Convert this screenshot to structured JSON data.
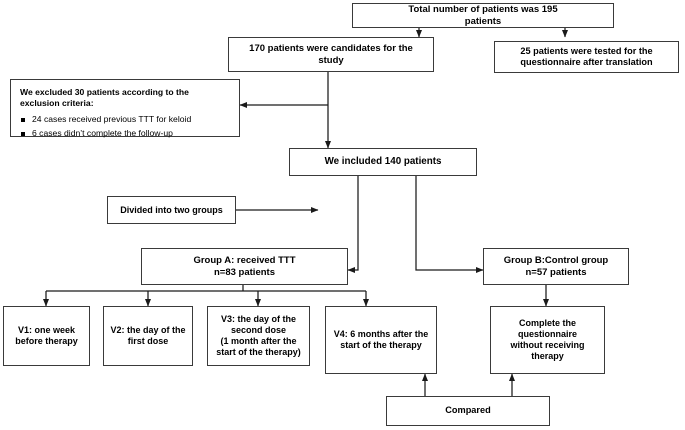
{
  "diagram": {
    "title": "Patient enrollment and study flow chart",
    "style": {
      "box_border_color": "#3a3a3a",
      "connector_color": "#1a1a1a",
      "text_color": "#000000",
      "background": "#ffffff"
    },
    "nodes": {
      "total": {
        "line1": "Total number of patients was 195",
        "line2": "patients"
      },
      "candidates": {
        "line1": "170 patients were candidates for the",
        "line2": "study"
      },
      "translation": {
        "line1": "25 patients were tested for the",
        "line2": "questionnaire after translation"
      },
      "excluded": {
        "heading_line1": "We excluded 30 patients according to the",
        "heading_line2": "exclusion criteria:",
        "bullets": [
          "24 cases received previous TTT for keloid",
          "6 cases didn’t complete the follow-up"
        ]
      },
      "included": {
        "line1": "We included 140 patients"
      },
      "divided": {
        "line1": "Divided into two groups"
      },
      "group_a": {
        "line1": "Group A: received TTT",
        "line2": "n=83 patients"
      },
      "group_b": {
        "line1": "Group B:Control group",
        "line2": "n=57 patients"
      },
      "v1": {
        "line1": "V1: one week",
        "line2": "before therapy"
      },
      "v2": {
        "line1": "V2: the day of the",
        "line2": "first dose"
      },
      "v3": {
        "line1": "V3: the day of the",
        "line2": "second dose",
        "line3": "(1 month after the",
        "line4": "start of the therapy)"
      },
      "v4": {
        "line1": "V4: 6 months after the",
        "line2": "start of the therapy"
      },
      "control_task": {
        "line1": "Complete the",
        "line2": "questionnaire",
        "line3": "without receiving",
        "line4": "therapy"
      },
      "compared": {
        "line1": "Compared"
      }
    }
  }
}
